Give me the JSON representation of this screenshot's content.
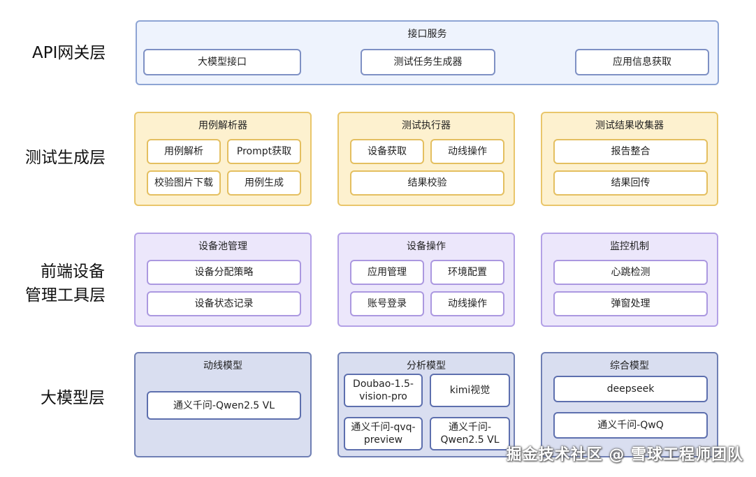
{
  "layers": {
    "api": {
      "label": "API网关层",
      "panel_title": "接口服务",
      "items": [
        "大模型接口",
        "测试任务生成器",
        "应用信息获取"
      ]
    },
    "generation": {
      "label": "测试生成层",
      "panels": [
        {
          "title": "用例解析器",
          "items": [
            "用例解析",
            "Prompt获取",
            "校验图片下载",
            "用例生成"
          ]
        },
        {
          "title": "测试执行器",
          "items": [
            "设备获取",
            "动线操作",
            "结果校验"
          ]
        },
        {
          "title": "测试结果收集器",
          "items": [
            "报告整合",
            "结果回传"
          ]
        }
      ]
    },
    "device": {
      "label_line1": "前端设备",
      "label_line2": "管理工具层",
      "panels": [
        {
          "title": "设备池管理",
          "items": [
            "设备分配策略",
            "设备状态记录"
          ]
        },
        {
          "title": "设备操作",
          "items": [
            "应用管理",
            "环境配置",
            "账号登录",
            "动线操作"
          ]
        },
        {
          "title": "监控机制",
          "items": [
            "心跳检测",
            "弹窗处理"
          ]
        }
      ]
    },
    "model": {
      "label": "大模型层",
      "panels": [
        {
          "title": "动线模型",
          "items": [
            "通义千问-Qwen2.5 VL"
          ]
        },
        {
          "title": "分析模型",
          "items": [
            "Doubao-1.5-vision-pro",
            "kimi视觉",
            "通义千问-qvq-preview",
            "通义千问-Qwen2.5 VL"
          ]
        },
        {
          "title": "综合模型",
          "items": [
            "deepseek",
            "通义千问-QwQ"
          ]
        }
      ]
    }
  },
  "watermark": "掘金技术社区 @ 雪球工程师团队"
}
